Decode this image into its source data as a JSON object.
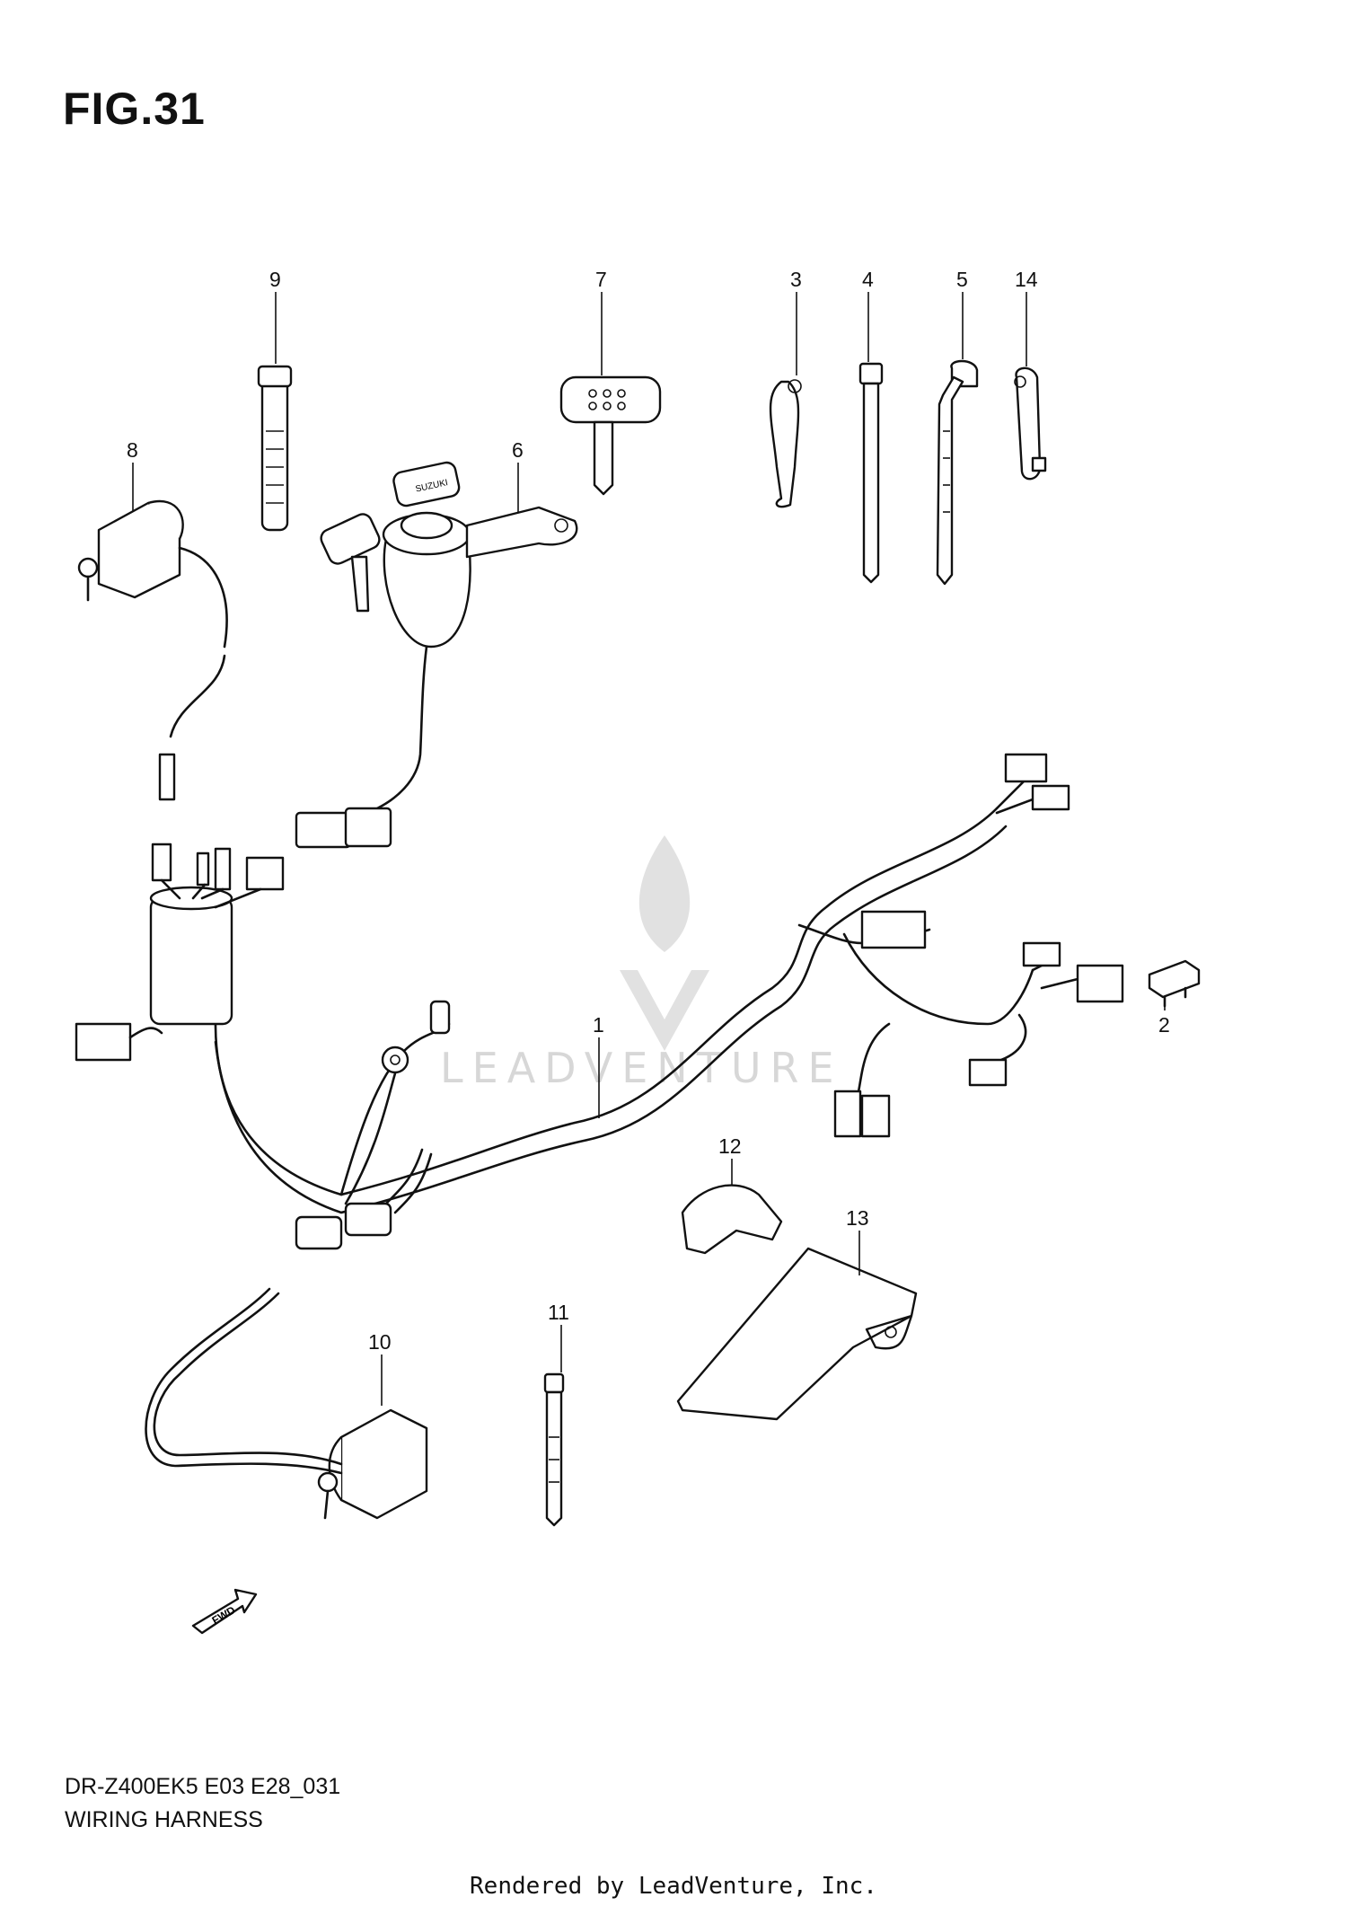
{
  "figure": {
    "title": "FIG.31"
  },
  "callouts": [
    {
      "id": "9",
      "label": "9"
    },
    {
      "id": "7",
      "label": "7"
    },
    {
      "id": "3",
      "label": "3"
    },
    {
      "id": "4",
      "label": "4"
    },
    {
      "id": "5",
      "label": "5"
    },
    {
      "id": "14",
      "label": "14"
    },
    {
      "id": "8",
      "label": "8"
    },
    {
      "id": "6",
      "label": "6"
    },
    {
      "id": "1",
      "label": "1"
    },
    {
      "id": "2",
      "label": "2"
    },
    {
      "id": "12",
      "label": "12"
    },
    {
      "id": "13",
      "label": "13"
    },
    {
      "id": "11",
      "label": "11"
    },
    {
      "id": "10",
      "label": "10"
    }
  ],
  "key_brand_text": "SUZUKI",
  "fwd_arrow_label": "FWD",
  "watermark_text": "LEADVENTURE",
  "diagram_code": "DR-Z400EK5 E03 E28_031",
  "diagram_subtitle": "WIRING HARNESS",
  "footer": {
    "rendered_by": "Rendered by LeadVenture, Inc."
  }
}
